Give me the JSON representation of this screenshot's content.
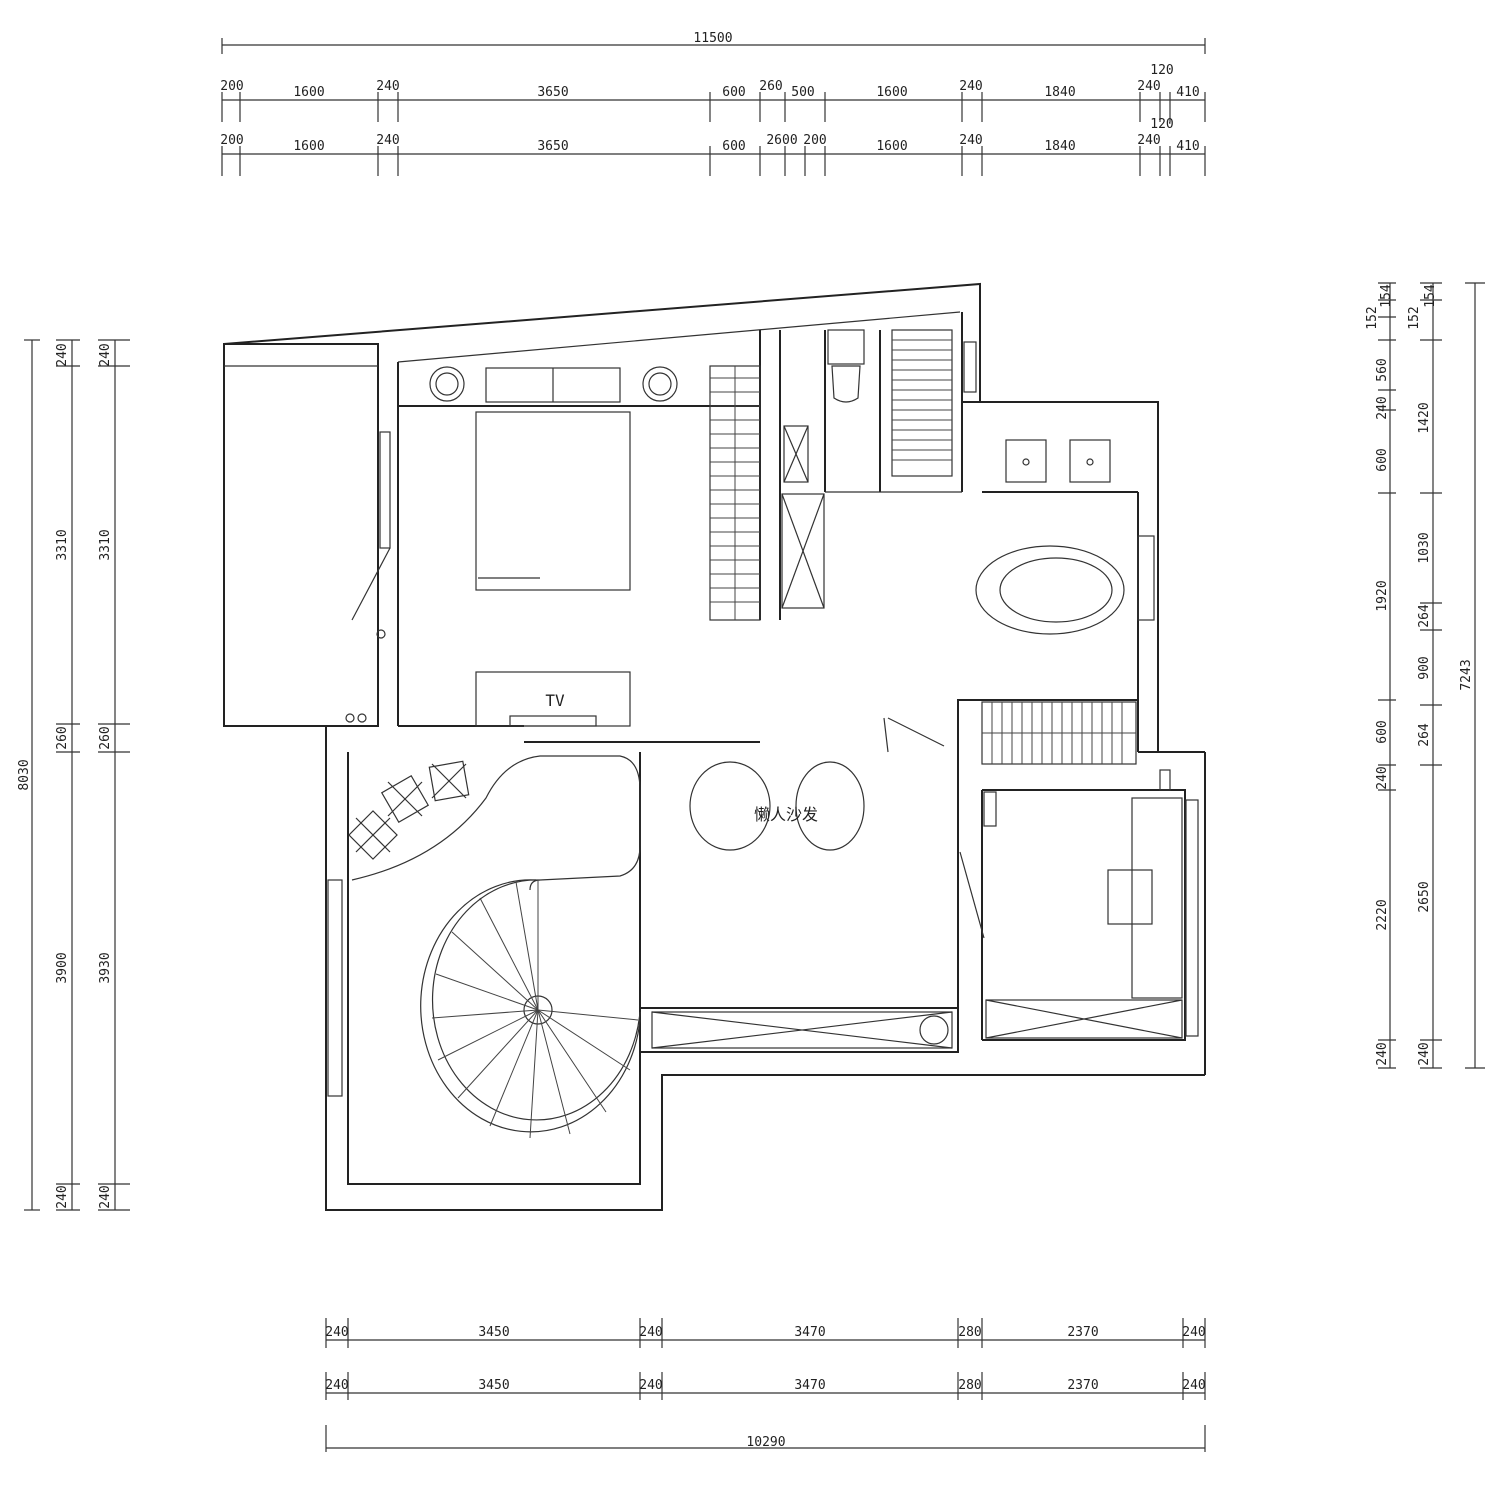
{
  "top_dimensions": {
    "overall": "11500",
    "row1": [
      "200",
      "1600",
      "240",
      "3650",
      "600",
      "260",
      "500",
      "1600",
      "240",
      "1840",
      "240",
      "410"
    ],
    "row1_extra": "120",
    "row2": [
      "200",
      "1600",
      "240",
      "3650",
      "600",
      "2600",
      "200",
      "1600",
      "240",
      "1840",
      "240",
      "410"
    ],
    "row2_extra": "120"
  },
  "bottom_dimensions": {
    "row1": [
      "240",
      "3450",
      "240",
      "3470",
      "280",
      "2370",
      "240"
    ],
    "row2": [
      "240",
      "3450",
      "240",
      "3470",
      "280",
      "2370",
      "240"
    ],
    "overall": "10290"
  },
  "left_dimensions": {
    "overall": "8030",
    "col1": [
      "240",
      "3310",
      "260",
      "3900",
      "240"
    ],
    "col2": [
      "240",
      "3310",
      "260",
      "3930",
      "240"
    ]
  },
  "right_dimensions": {
    "overall": "7243",
    "col1": [
      "152",
      "154",
      "560",
      "240",
      "600",
      "1920",
      "600",
      "240",
      "2220",
      "240"
    ],
    "col2": [
      "152",
      "154",
      "1420",
      "1030",
      "264",
      "900",
      "264",
      "2650",
      "240"
    ]
  },
  "labels": {
    "tv": "TV",
    "sofa": "懒人沙发"
  }
}
